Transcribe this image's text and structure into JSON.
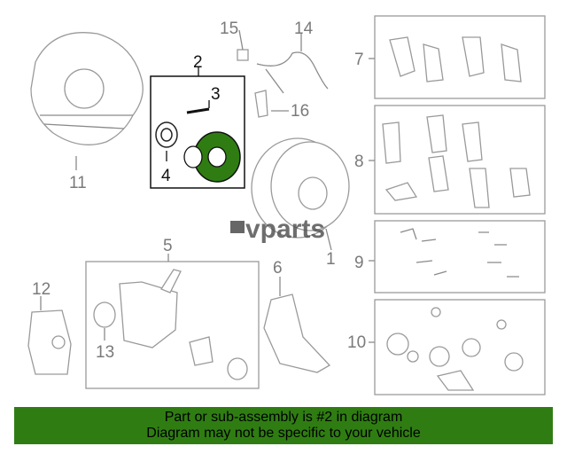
{
  "callouts": {
    "c1": "1",
    "c2": "2",
    "c3": "3",
    "c4": "4",
    "c5": "5",
    "c6": "6",
    "c7": "7",
    "c8": "8",
    "c9": "9",
    "c10": "10",
    "c11": "11",
    "c12": "12",
    "c13": "13",
    "c14": "14",
    "c15": "15",
    "c16": "16"
  },
  "watermark": {
    "brand": "vparts"
  },
  "footer": {
    "line1": "Part or sub-assembly is #2 in diagram",
    "line2": "Diagram may not be specific to your vehicle"
  },
  "colors": {
    "footer_bg": "#2f7d12",
    "hub_fill": "#2f7d12"
  }
}
